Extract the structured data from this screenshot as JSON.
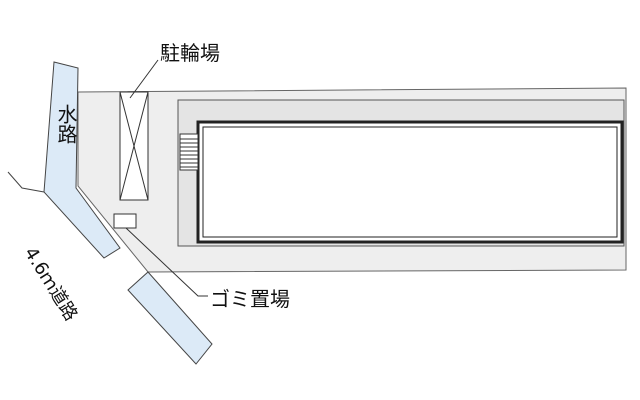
{
  "labels": {
    "bicycle_parking": "駐輪場",
    "waterway": "水路",
    "garbage_area": "ゴミ置場",
    "road": "4.6ｍ道路"
  },
  "colors": {
    "site_fill": "#eeeeee",
    "waterway_fill": "#dceaf7",
    "outline": "#333333"
  }
}
